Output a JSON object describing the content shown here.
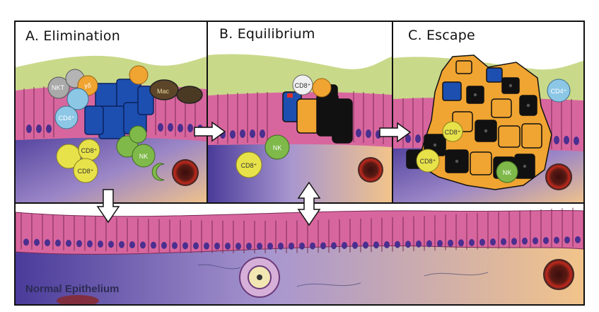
{
  "panels": [
    {
      "title": "A. Elimination"
    },
    {
      "title": "B. Equilibrium"
    },
    {
      "title": "C. Escape"
    }
  ],
  "bottom": {
    "label": "Normal Epithelium"
  },
  "cell_labels": {
    "nkt": "NKT",
    "nk": "NK",
    "cd4": "CD4⁺",
    "cd8": "CD8⁺",
    "gd": "γδ",
    "mac": "Mac"
  },
  "colors": {
    "stroma_green": "#c9d98a",
    "epithelium_pink": "#d8669e",
    "nucleus": "#4a2f8f",
    "tumor_blue": "#1d4fb0",
    "tumor_orange": "#f0a431",
    "tumor_black": "#111111",
    "cd8_yellow": "#e8e24a",
    "nk_green": "#7fb94a",
    "cd4_blue": "#8cc7e6",
    "vessel_red": "#c0281c"
  }
}
